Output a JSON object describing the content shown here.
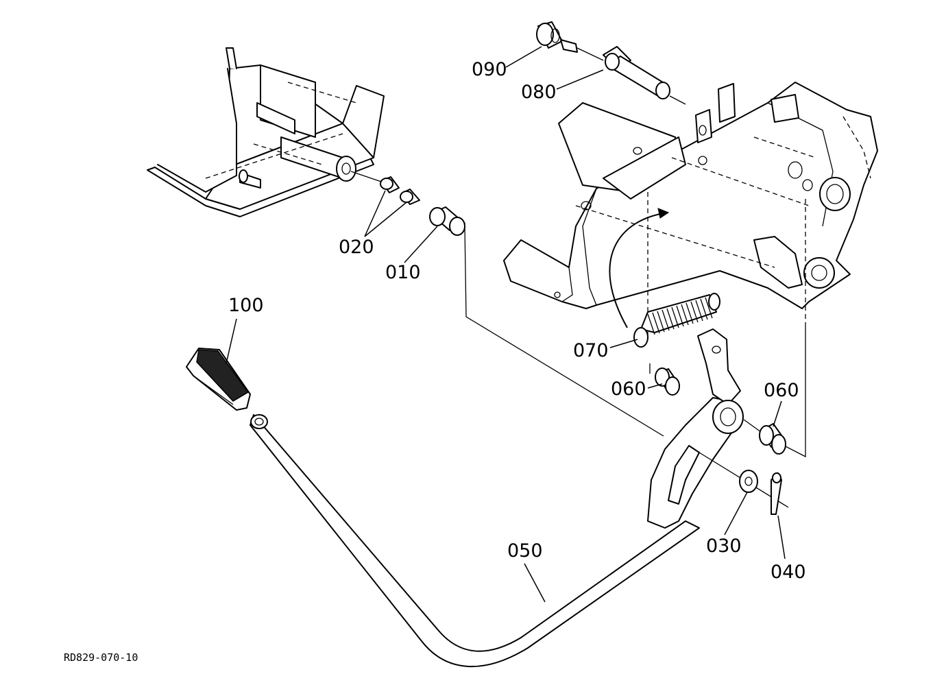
{
  "diagram_code": "RD829-070-10",
  "callouts": [
    {
      "id": "010",
      "label": "010"
    },
    {
      "id": "020",
      "label": "020"
    },
    {
      "id": "030",
      "label": "030"
    },
    {
      "id": "040",
      "label": "040"
    },
    {
      "id": "050",
      "label": "050"
    },
    {
      "id": "060a",
      "label": "060"
    },
    {
      "id": "060b",
      "label": "060"
    },
    {
      "id": "070",
      "label": "070"
    },
    {
      "id": "080",
      "label": "080"
    },
    {
      "id": "090",
      "label": "090"
    },
    {
      "id": "100",
      "label": "100"
    }
  ],
  "colors": {
    "line": "#000000",
    "background": "#ffffff"
  }
}
